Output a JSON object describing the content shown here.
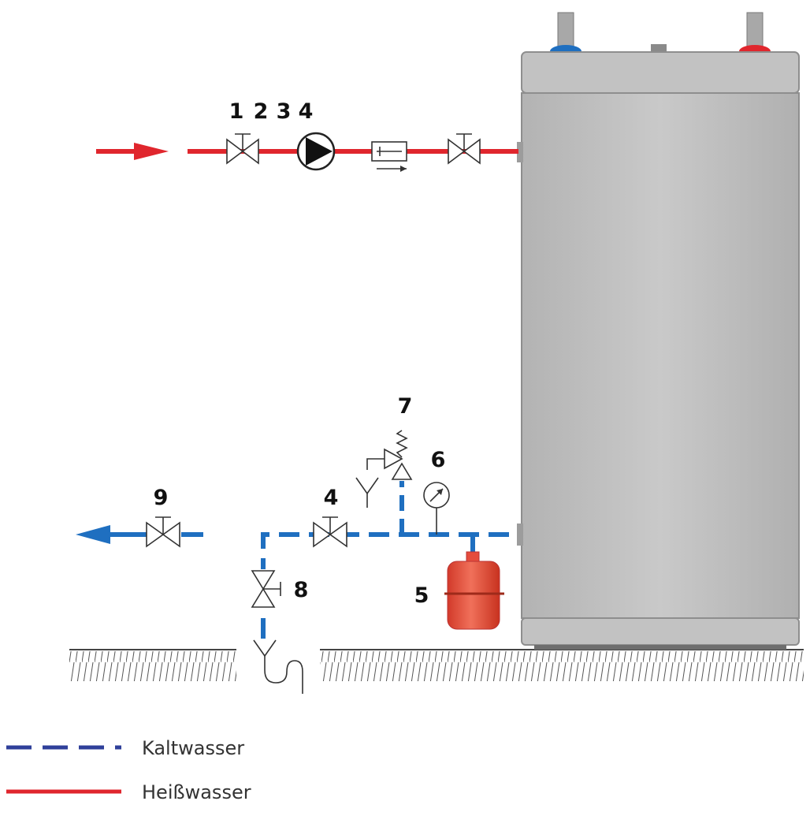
{
  "colors": {
    "hot": "#e0262d",
    "cold": "#1f6fc0",
    "tank": "#bdbdbd",
    "vessel": "#e54c3c"
  },
  "labels": {
    "hot_1": "1",
    "hot_2": "2",
    "hot_3": "3",
    "hot_4": "4",
    "cold_4": "4",
    "cold_5": "5",
    "cold_6": "6",
    "cold_7": "7",
    "cold_8": "8",
    "cold_9": "9"
  },
  "legend": {
    "cold_label": "Kaltwasser",
    "hot_label": "Heißwasser"
  }
}
